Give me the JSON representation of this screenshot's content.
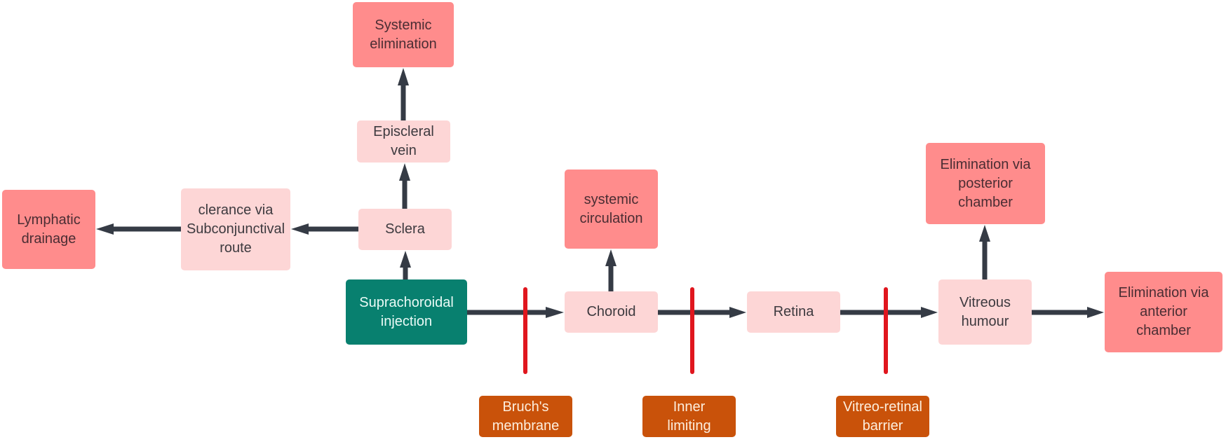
{
  "diagram": {
    "title": "",
    "colors": {
      "origin": "#08806f",
      "tissue": "#fdd6d6",
      "elimination": "#ff8c8c",
      "barrier_label": "#c9520a",
      "barrier_line": "#e0161e",
      "arrow": "#353b45"
    },
    "nodes": {
      "supra": {
        "label": "Suprachoroidal\ninjection",
        "kind": "origin"
      },
      "sclera": {
        "label": "Sclera",
        "kind": "tissue"
      },
      "episcleral": {
        "label": "Episcleral\nvein",
        "kind": "tissue"
      },
      "systemic_elim": {
        "label": "Systemic\nelimination",
        "kind": "elimination"
      },
      "clearance": {
        "label": "clerance via\nSubconjunctival\nroute",
        "kind": "tissue"
      },
      "lymphatic": {
        "label": "Lymphatic\ndrainage",
        "kind": "elimination"
      },
      "choroid": {
        "label": "Choroid",
        "kind": "tissue"
      },
      "systemic_circ": {
        "label": "systemic\ncirculation",
        "kind": "elimination"
      },
      "retina": {
        "label": "Retina",
        "kind": "tissue"
      },
      "vitreous": {
        "label": "Vitreous\nhumour",
        "kind": "tissue"
      },
      "posterior": {
        "label": "Elimination via\nposterior\nchamber",
        "kind": "elimination"
      },
      "anterior": {
        "label": "Elimination via\nanterior\nchamber",
        "kind": "elimination"
      }
    },
    "barriers": [
      {
        "id": "bruch",
        "label": "Bruch's\nmembrane",
        "between": [
          "supra",
          "choroid"
        ]
      },
      {
        "id": "ilm",
        "label": "Inner\nlimiting",
        "between": [
          "choroid",
          "retina"
        ]
      },
      {
        "id": "vrb",
        "label": "Vitreo-retinal\nbarrier",
        "between": [
          "retina",
          "vitreous"
        ]
      }
    ],
    "edges": [
      {
        "from": "supra",
        "to": "sclera"
      },
      {
        "from": "sclera",
        "to": "episcleral"
      },
      {
        "from": "episcleral",
        "to": "systemic_elim"
      },
      {
        "from": "sclera",
        "to": "clearance"
      },
      {
        "from": "clearance",
        "to": "lymphatic"
      },
      {
        "from": "supra",
        "to": "choroid"
      },
      {
        "from": "choroid",
        "to": "systemic_circ"
      },
      {
        "from": "choroid",
        "to": "retina"
      },
      {
        "from": "retina",
        "to": "vitreous"
      },
      {
        "from": "vitreous",
        "to": "posterior"
      },
      {
        "from": "vitreous",
        "to": "anterior"
      }
    ]
  }
}
